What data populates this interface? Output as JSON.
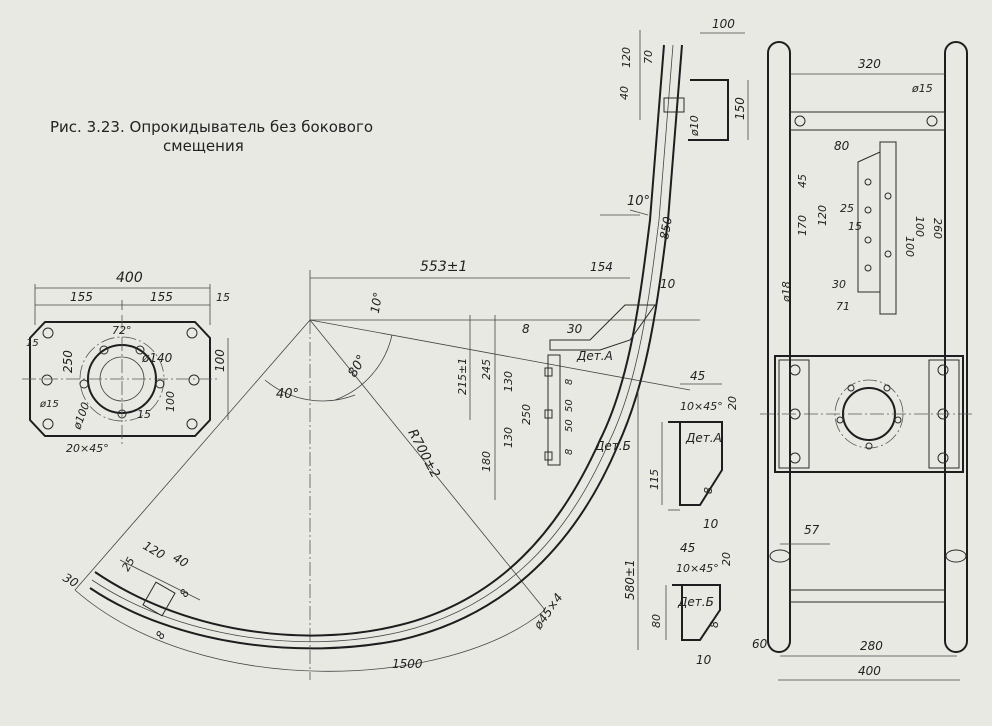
{
  "figure": {
    "caption_line1": "Рис.  3.23.  Опрокидыватель   без  бокового",
    "caption_line2": "смещения"
  },
  "flange": {
    "d400": "400",
    "d155a": "155",
    "d155b": "155",
    "d15": "15",
    "d15b": "15",
    "d250": "250",
    "d100": "100",
    "d72": "72°",
    "d140": "ø140",
    "d100b": "ø100",
    "d15c": "ø15",
    "d15d": "15",
    "d100c": "100",
    "chamfer": "20×45°"
  },
  "arc": {
    "d553": "553±1",
    "d154": "154",
    "d10a": "10°",
    "d10b": "10°",
    "d40": "40°",
    "d80": "80°",
    "radius": "R700±2",
    "d850": "850",
    "d10c": "10",
    "d8": "8",
    "d30": "30",
    "d215": "215±1",
    "d245": "245",
    "d130a": "130",
    "d250": "250",
    "d130b": "130",
    "d180": "180",
    "d8b": "8",
    "d50a": "50",
    "d50b": "50",
    "d8c": "8",
    "detA": "Дет.А",
    "detB": "Дет.Б",
    "d580": "580±1",
    "d45x4": "ø45×4",
    "d1500": "1500",
    "d120": "120",
    "d40b": "40",
    "d25": "25",
    "d8d": "8",
    "d8e": "8",
    "d30b": "30"
  },
  "hook": {
    "d100": "100",
    "d120": "120",
    "d70": "70",
    "d40": "40",
    "d10": "ø10",
    "d150": "150"
  },
  "detail_a": {
    "d45": "45",
    "chamfer": "10×45°",
    "d20": "20",
    "label": "Дет.А",
    "d115": "115",
    "d8": "8",
    "d10": "10"
  },
  "detail_b": {
    "d45": "45",
    "chamfer": "10×45°",
    "d20": "20",
    "label": "Дет.Б",
    "d80": "80",
    "d8": "8",
    "d10": "10"
  },
  "frame": {
    "d320": "320",
    "d15": "ø15",
    "d80": "80",
    "d45": "45",
    "d170": "170",
    "d120": "120",
    "d25": "25",
    "d15b": "15",
    "d100a": "100",
    "d260": "260",
    "d100b": "100",
    "d18": "ø18",
    "d30": "30",
    "d71": "71",
    "d57": "57",
    "d60": "60",
    "d280": "280",
    "d400": "400"
  }
}
